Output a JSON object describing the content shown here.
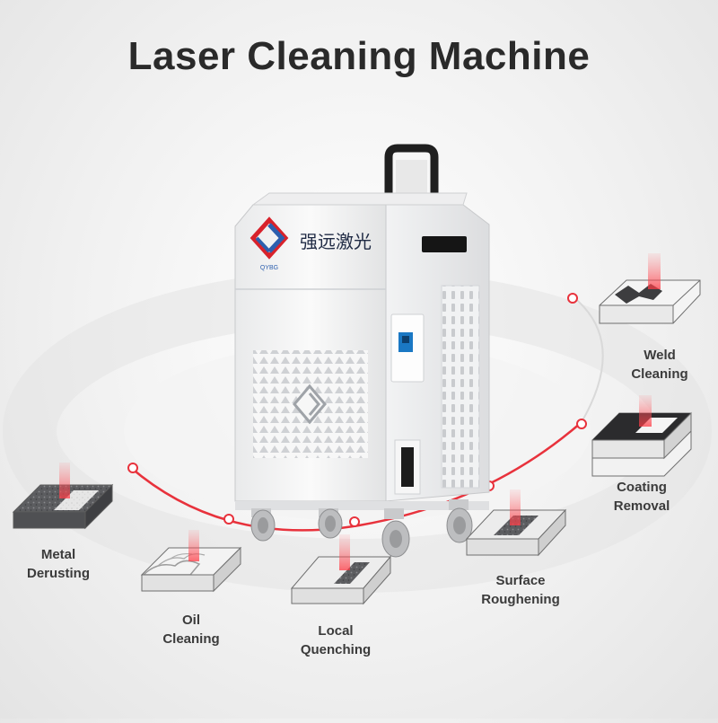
{
  "title": "Laser Cleaning Machine",
  "brand": {
    "name_cn": "强远激光",
    "logo_small_text": "QYBG"
  },
  "applications": [
    {
      "line1": "Weld",
      "line2": "Cleaning"
    },
    {
      "line1": "Coating",
      "line2": "Removal"
    },
    {
      "line1": "Surface",
      "line2": "Roughening"
    },
    {
      "line1": "Local",
      "line2": "Quenching"
    },
    {
      "line1": "Oil",
      "line2": "Cleaning"
    },
    {
      "line1": "Metal",
      "line2": "Derusting"
    }
  ],
  "colors": {
    "accent": "#e8323c",
    "machine_body": "#f4f5f6",
    "logo_blue": "#2c5fae",
    "logo_red": "#d8222b"
  }
}
